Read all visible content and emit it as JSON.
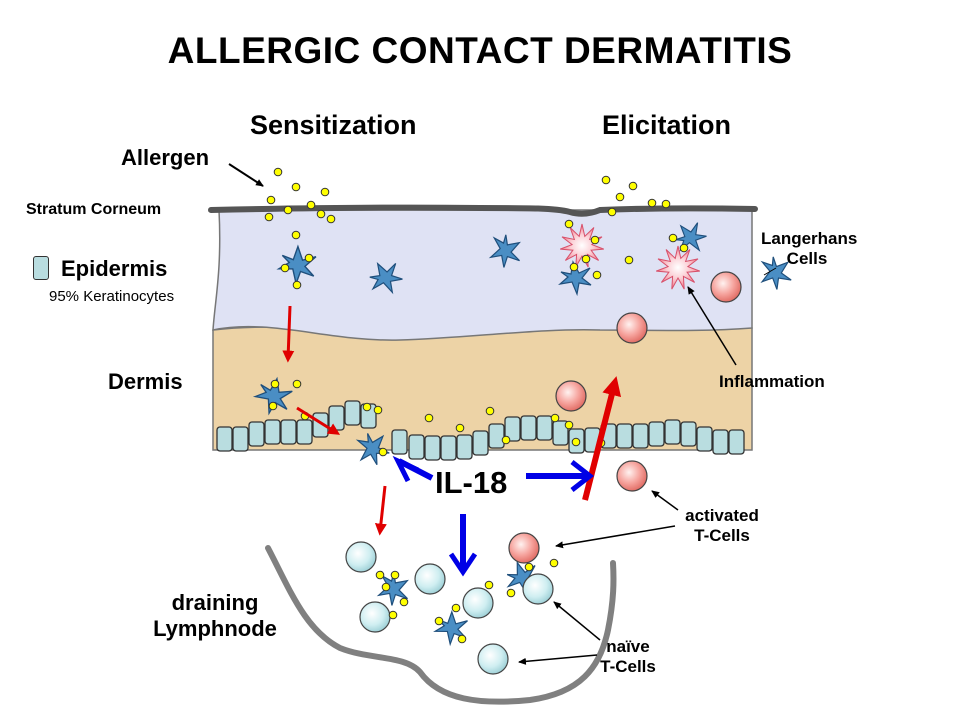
{
  "title": "ALLERGIC CONTACT DERMATITIS",
  "sections": {
    "sensitization": "Sensitization",
    "elicitation": "Elicitation"
  },
  "labels": {
    "allergen": "Allergen",
    "stratum_corneum": "Stratum Corneum",
    "epidermis": "Epidermis",
    "keratinocytes": "95% Keratinocytes",
    "dermis": "Dermis",
    "langerhans_line1": "Langerhans",
    "langerhans_line2": "Cells",
    "inflammation": "Inflammation",
    "il18": "IL-18",
    "activated_line1": "activated",
    "activated_line2": "T-Cells",
    "naive_line1": "naïve",
    "naive_line2": "T-Cells",
    "lymph_line1": "draining",
    "lymph_line2": "Lymphnode"
  },
  "colors": {
    "epidermis": "#dfe2f4",
    "dermis": "#edd3a6",
    "vessel_cell": "#b9dde0",
    "langerhans": "#4a8ec4",
    "allergen_dot": "#ffff00",
    "activated_tcell": "#f08a84",
    "naive_tcell": "#c7eaee",
    "red_arrow": "#e00000",
    "blue_arrow": "#0000e6",
    "inflammation_burst": "#f27a8a",
    "stratum_line": "#555555",
    "lymph_outline": "#808080"
  },
  "icons": [
    "langerhans-cell-icon",
    "allergen-dot-icon",
    "t-cell-icon",
    "inflammation-burst-icon",
    "endothelial-cell-icon"
  ]
}
